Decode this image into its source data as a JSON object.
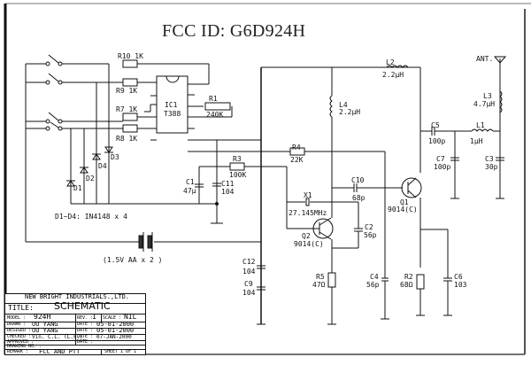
{
  "header": {
    "title": "FCC ID: G6D924H"
  },
  "components": {
    "R10": {
      "ref": "R10",
      "value": "1K"
    },
    "R9": {
      "ref": "R9",
      "value": "1K"
    },
    "R7": {
      "ref": "R7",
      "value": "1K"
    },
    "R8": {
      "ref": "R8",
      "value": "1K"
    },
    "R1": {
      "ref": "R1",
      "value": "240K"
    },
    "IC1": {
      "ref": "IC1",
      "value": "T388"
    },
    "R3": {
      "ref": "R3",
      "value": "100K"
    },
    "R4": {
      "ref": "R4",
      "value": "22K"
    },
    "C1": {
      "ref": "C1",
      "value": "47µ"
    },
    "C11": {
      "ref": "C11",
      "value": "104"
    },
    "D1": {
      "ref": "D1"
    },
    "D2": {
      "ref": "D2"
    },
    "D3": {
      "ref": "D3"
    },
    "D4": {
      "ref": "D4"
    },
    "diode_note": "D1~D4: IN4148 x 4",
    "battery": "(1.5V AA x 2 )",
    "L2": {
      "ref": "L2",
      "value": "2.2µH"
    },
    "L4": {
      "ref": "L4",
      "value": "2.2µH"
    },
    "L3": {
      "ref": "L3",
      "value": "4.7µH"
    },
    "L1": {
      "ref": "L1",
      "value": "1µH"
    },
    "ANT": {
      "ref": "ANT."
    },
    "C5": {
      "ref": "C5",
      "value": "100p"
    },
    "C7": {
      "ref": "C7",
      "value": "100p"
    },
    "C3": {
      "ref": "C3",
      "value": "30p"
    },
    "C10": {
      "ref": "C10",
      "value": "68p"
    },
    "X1": {
      "ref": "X1",
      "value": "27.145MHz"
    },
    "Q1": {
      "ref": "Q1",
      "value": "9014(C)"
    },
    "Q2": {
      "ref": "Q2",
      "value": "9014(C)"
    },
    "C2": {
      "ref": "C2",
      "value": "56p"
    },
    "C12": {
      "ref": "C12",
      "value": "104"
    },
    "C9": {
      "ref": "C9",
      "value": "104"
    },
    "R5": {
      "ref": "R5",
      "value": "47Ω"
    },
    "C4": {
      "ref": "C4",
      "value": "56p"
    },
    "R2": {
      "ref": "R2",
      "value": "68Ω"
    },
    "C6": {
      "ref": "C6",
      "value": "103"
    }
  },
  "title_block": {
    "company": "NEW BRIGHT INDUSTRIALS.,LTD.",
    "title_label": "TITLE:",
    "title_value": "SCHEMATIC",
    "model_label": "MODEL :",
    "model_value": "924H",
    "rev_label": "REV. :",
    "rev_value": "1",
    "scale_label": "SCALE :",
    "scale_value": "NIL",
    "drawn_label": "DRAWN :",
    "drawn_value": "OU YANG",
    "date1_label": "DATE :",
    "date1_value": "05-01-2000",
    "designed_label": "DESIGED :",
    "designed_value": "OU YANG",
    "date2_label": "DATE :",
    "date2_value": "05-01-2000",
    "checked_label": "CHECKED :",
    "checked_value": "Vin. C.L. (L.F.)",
    "date3_label": "DATE :",
    "date3_value": "07-JAN-2000",
    "approved_label": "APPROVED :",
    "date4_label": "DATE :",
    "drawing_no_label": "DRAWING NO. :",
    "remark_label": "REMARK :",
    "remark_value": "FCC AND PTT",
    "sheet_value": "SHEET 1 OF 1"
  }
}
